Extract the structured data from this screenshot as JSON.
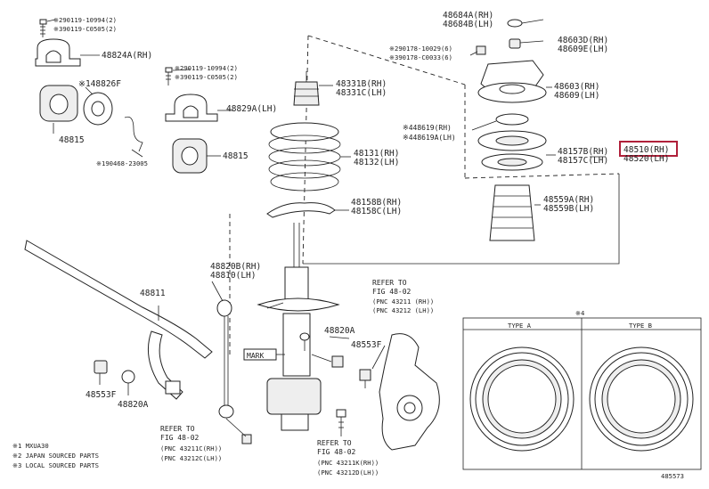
{
  "diagram": {
    "labels": {
      "p90119_10994": "※290119-10994(2)",
      "p90119_c0505": "※390119-C0505(2)",
      "p48824a": "48824A(RH)",
      "p48826f": "※148826F",
      "p48815_left": "48815",
      "p90468": "※190468-23005",
      "p290119_10994": "※290119-10994(2)",
      "p390119_c0505": "※390119-C0505(2)",
      "p48829a": "48829A(LH)",
      "p48815_mid": "48815",
      "p48331b": "48331B(RH)",
      "p48331c": "48331C(LH)",
      "p48131": "48131(RH)",
      "p48132": "48132(LH)",
      "p48158b": "48158B(RH)",
      "p48158c": "48158C(LH)",
      "p48684a": "48684A(RH)",
      "p48684b": "48684B(LH)",
      "p90178_10029": "※290178-10029(6)",
      "p90178_c0033": "※390178-C0033(6)",
      "p48603d": "48603D(RH)",
      "p48609e": "48609E(LH)",
      "p48603": "48603(RH)",
      "p48609": "48609(LH)",
      "p48619": "※448619(RH)",
      "p48619a": "※448619A(LH)",
      "p48157b": "48157B(RH)",
      "p48157c": "48157C(LH)",
      "p48510": "48510(RH)",
      "p48520": "48520(LH)",
      "p48559a": "48559A(RH)",
      "p48559b": "48559B(LH)",
      "p48811": "48811",
      "p48820b": "48820B(RH)",
      "p48810": "48810(LH)",
      "refer_top": "REFER TO",
      "fig_top": "FIG 48-02",
      "pnc_43211_top": "(PNC 43211 (RH))",
      "pnc_43212_top": "(PNC 43212 (LH))",
      "p48820a_mid": "48820A",
      "mark": "MARK",
      "p48553f_mid": "48553F",
      "p48553f_left": "48553F",
      "p48820a_left": "48820A",
      "refer_left": "REFER TO",
      "fig_left": "FIG 48-02",
      "pnc_43211_left": "(PNC 43211C(RH))",
      "pnc_43212_left": "(PNC 43212C(LH))",
      "refer_bottom": "REFER TO",
      "fig_bottom": "FIG 48-02",
      "pnc_43211_bottom": "(PNC 43211K(RH))",
      "pnc_43212_bottom": "(PNC 43212D(LH))",
      "inset_note": "※4",
      "type_a": "TYPE A",
      "type_b": "TYPE B",
      "note1": "※1  MXUA30",
      "note2": "※2  JAPAN SOURCED PARTS",
      "note3": "※3  LOCAL SOURCED PARTS",
      "figure_id": "485573"
    },
    "highlight_color": "#b0203a"
  }
}
